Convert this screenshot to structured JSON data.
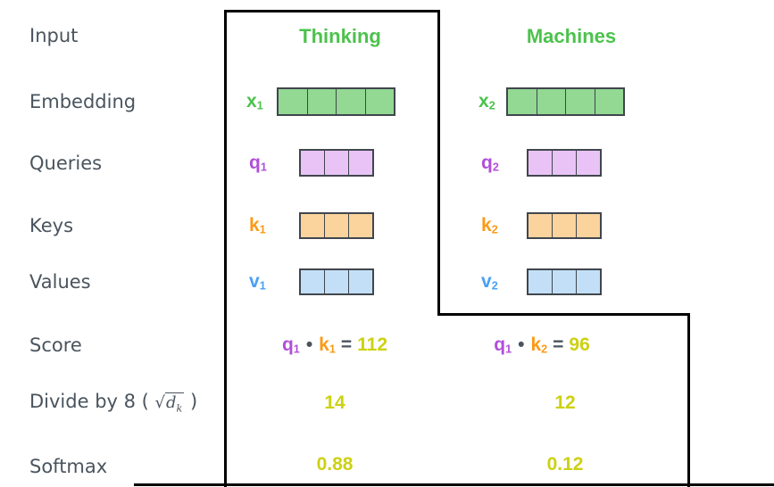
{
  "colors": {
    "slate": "#4a545e",
    "green": "#4cc24c",
    "green-fill": "#93d893",
    "purple": "#b14fd8",
    "purple-fill": "#e9c3f6",
    "orange": "#fb9a17",
    "orange-fill": "#fbd39d",
    "blue": "#4ba0f4",
    "blue-fill": "#c3dff8",
    "yellow": "#cdd112",
    "box-border": "#40464d",
    "outline": "#000000"
  },
  "row_labels": {
    "input": "Input",
    "embedding": "Embedding",
    "queries": "Queries",
    "keys": "Keys",
    "values": "Values",
    "score": "Score",
    "divide_prefix": "Divide by 8 ( ",
    "divide_sqrt": "√",
    "divide_radicand": "d",
    "divide_radicand_sub": "k",
    "divide_suffix": " )",
    "softmax": "Softmax"
  },
  "columns": [
    {
      "header": "Thinking",
      "x": {
        "base": "x",
        "sub": "1",
        "cells": 4
      },
      "q": {
        "base": "q",
        "sub": "1",
        "cells": 3
      },
      "k": {
        "base": "k",
        "sub": "1",
        "cells": 3
      },
      "v": {
        "base": "v",
        "sub": "1",
        "cells": 3
      },
      "score": {
        "q_base": "q",
        "q_sub": "1",
        "dot": "•",
        "k_base": "k",
        "k_sub": "1",
        "equals": "=",
        "value": "112"
      },
      "divided_value": "14",
      "softmax_value": "0.88"
    },
    {
      "header": "Machines",
      "x": {
        "base": "x",
        "sub": "2",
        "cells": 4
      },
      "q": {
        "base": "q",
        "sub": "2",
        "cells": 3
      },
      "k": {
        "base": "k",
        "sub": "2",
        "cells": 3
      },
      "v": {
        "base": "v",
        "sub": "2",
        "cells": 3
      },
      "score": {
        "q_base": "q",
        "q_sub": "1",
        "dot": "•",
        "k_base": "k",
        "k_sub": "2",
        "equals": "=",
        "value": "96"
      },
      "divided_value": "12",
      "softmax_value": "0.12"
    }
  ]
}
